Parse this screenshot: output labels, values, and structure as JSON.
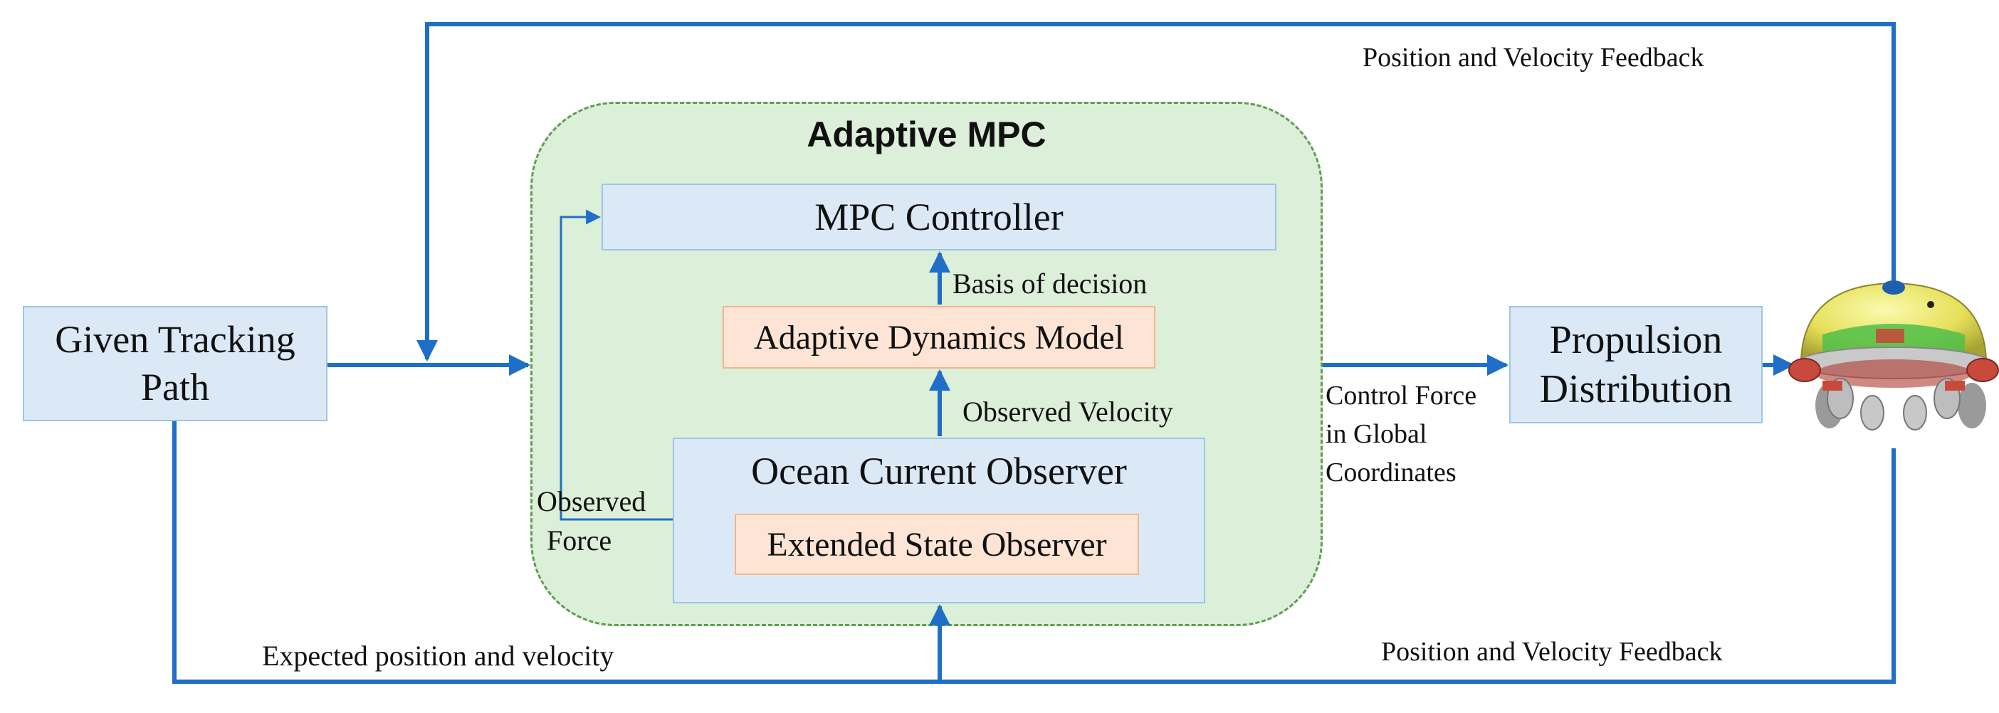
{
  "diagram": {
    "group_title": "Adaptive MPC",
    "nodes": {
      "given_path": [
        "Given Tracking",
        "Path"
      ],
      "mpc_controller": "MPC Controller",
      "adaptive_dynamics": "Adaptive Dynamics Model",
      "ocean_observer": "Ocean Current Observer",
      "extended_state_observer": "Extended State Observer",
      "propulsion": [
        "Propulsion",
        "Distribution"
      ]
    },
    "edge_labels": {
      "feedback_top": "Position and Velocity Feedback",
      "feedback_bottom": "Position and Velocity Feedback",
      "basis_of_decision": "Basis of decision",
      "observed_velocity": "Observed Velocity",
      "observed_force": [
        "Observed",
        "Force"
      ],
      "control_force": [
        "Control Force",
        "in Global",
        "Coordinates"
      ],
      "expected": "Expected position and velocity"
    },
    "colors": {
      "arrow": "#1f6fc8",
      "blue_fill": "#dbe9f6",
      "blue_border": "#9cc4e8",
      "orange_fill": "#fde4d4",
      "orange_border": "#f4b58a",
      "group_fill": "#dcefd8",
      "group_border": "#5e9e50"
    },
    "robot_icon": "underwater-robot"
  }
}
